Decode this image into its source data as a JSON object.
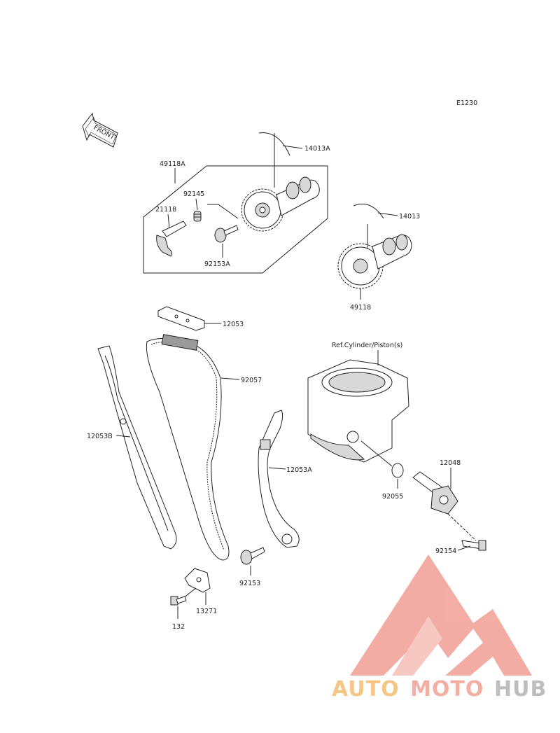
{
  "diagram": {
    "code": "E1230",
    "front_label": "FRONT",
    "ref_note": "Ref.Cylinder/Piston(s)",
    "parts": [
      {
        "id": "p14013A",
        "number": "14013A"
      },
      {
        "id": "p49118A",
        "number": "49118A"
      },
      {
        "id": "p92145",
        "number": "92145"
      },
      {
        "id": "p21118",
        "number": "21118"
      },
      {
        "id": "p92153A",
        "number": "92153A"
      },
      {
        "id": "p14013",
        "number": "14013"
      },
      {
        "id": "p49118",
        "number": "49118"
      },
      {
        "id": "p12053",
        "number": "12053"
      },
      {
        "id": "p92057",
        "number": "92057"
      },
      {
        "id": "p12053B",
        "number": "12053B"
      },
      {
        "id": "p12053A",
        "number": "12053A"
      },
      {
        "id": "p12048",
        "number": "12048"
      },
      {
        "id": "p92055",
        "number": "92055"
      },
      {
        "id": "p92154",
        "number": "92154"
      },
      {
        "id": "p92153",
        "number": "92153"
      },
      {
        "id": "p13271",
        "number": "13271"
      },
      {
        "id": "p132",
        "number": "132"
      }
    ]
  },
  "watermark": {
    "text_part1": "AUTO",
    "text_part2": "MOTO",
    "text_part3": "HUB",
    "colors": {
      "triangle": "#f2a49b",
      "auto": "#f4c07a",
      "moto": "#f3a79b",
      "hub": "#b8b8b8"
    }
  }
}
